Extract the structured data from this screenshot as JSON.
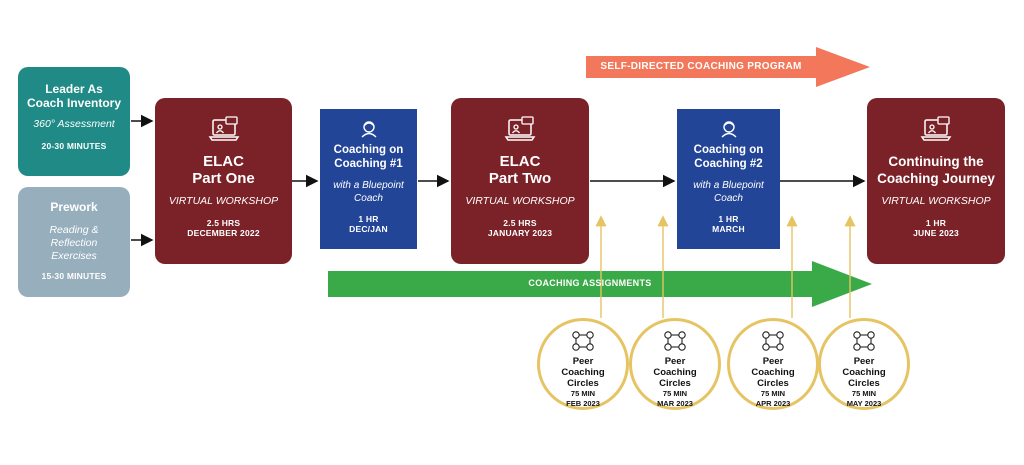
{
  "inventory": {
    "title": "Leader As Coach Inventory",
    "subtitle": "360° Assessment",
    "duration": "20-30 MINUTES"
  },
  "prework": {
    "title": "Prework",
    "subtitle": "Reading & Reflection Exercises",
    "duration": "15-30 MINUTES"
  },
  "elac1": {
    "title_line1": "ELAC",
    "title_line2": "Part One",
    "subtitle": "VIRTUAL WORKSHOP",
    "duration": "2.5 HRS",
    "date": "DECEMBER 2022"
  },
  "coaching1": {
    "title": "Coaching on Coaching #1",
    "subtitle": "with a Bluepoint Coach",
    "duration": "1 HR",
    "date": "DEC/JAN"
  },
  "elac2": {
    "title_line1": "ELAC",
    "title_line2": "Part Two",
    "subtitle": "VIRTUAL WORKSHOP",
    "duration": "2.5 HRS",
    "date": "JANUARY 2023"
  },
  "coaching2": {
    "title": "Coaching on Coaching #2",
    "subtitle": "with a Bluepoint Coach",
    "duration": "1 HR",
    "date": "MARCH"
  },
  "journey": {
    "title": "Continuing the Coaching Journey",
    "subtitle": "VIRTUAL WORKSHOP",
    "duration": "1 HR",
    "date": "JUNE 2023"
  },
  "banners": {
    "self_directed": "SELF-DIRECTED COACHING PROGRAM",
    "assignments": "COACHING ASSIGNMENTS"
  },
  "circles": [
    {
      "title": "Peer Coaching Circles",
      "duration": "75 MIN",
      "date": "FEB 2023"
    },
    {
      "title": "Peer Coaching Circles",
      "duration": "75 MIN",
      "date": "MAR 2023"
    },
    {
      "title": "Peer Coaching Circles",
      "duration": "75 MIN",
      "date": "APR 2023"
    },
    {
      "title": "Peer Coaching Circles",
      "duration": "75 MIN",
      "date": "MAY 2023"
    }
  ],
  "colors": {
    "teal": "#1f8a86",
    "gray": "#97aebd",
    "maroon": "#7b2228",
    "blue": "#234597",
    "orange": "#f2775b",
    "green": "#3aaa49",
    "gold": "#e6c463"
  },
  "icons": {
    "workshop": "laptop-chat-icon",
    "coach": "person-icon",
    "peer": "group-circle-icon"
  }
}
